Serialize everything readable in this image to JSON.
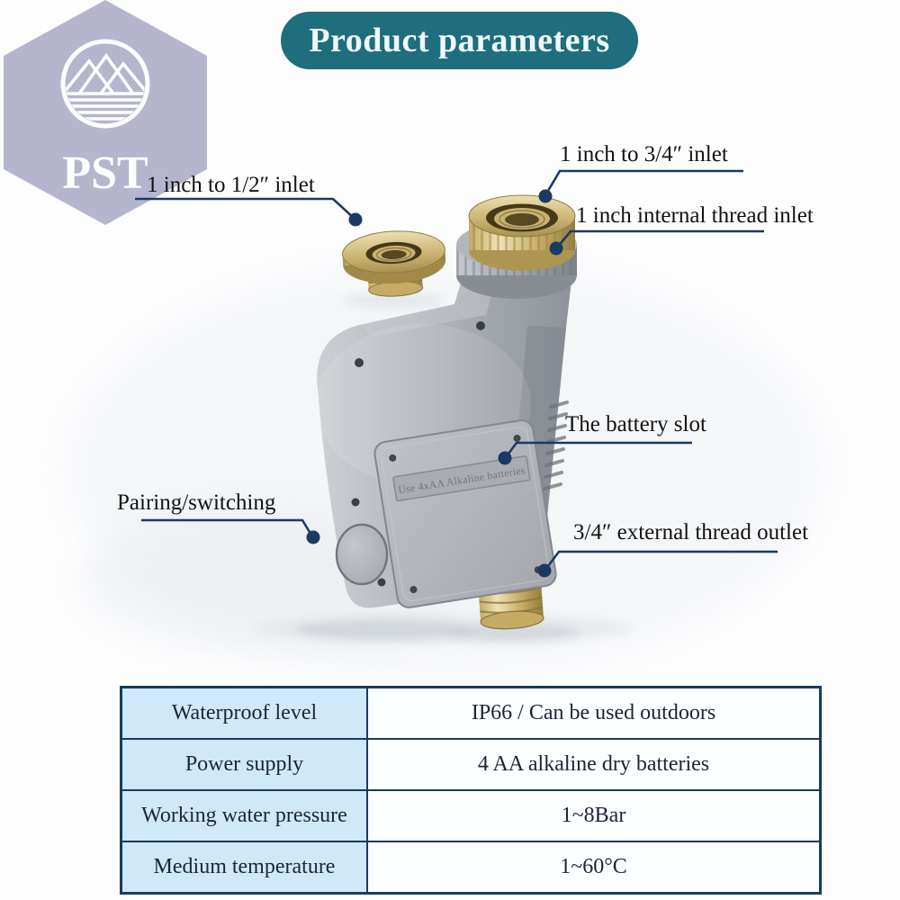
{
  "logo": {
    "text": "PST"
  },
  "title": {
    "label": "Product parameters"
  },
  "callouts": {
    "inlet_half": {
      "label": "1 inch to 1/2″ inlet"
    },
    "inlet_three_quarters": {
      "label": "1 inch to 3/4″ inlet"
    },
    "inlet_internal": {
      "label": "1 inch internal thread inlet"
    },
    "battery_slot": {
      "label": "The battery slot"
    },
    "pairing": {
      "label": "Pairing/switching"
    },
    "outlet": {
      "label": "3/4″ external thread outlet"
    }
  },
  "device": {
    "engraved_label": "Use 4xAA Alkaline batteries"
  },
  "table": {
    "rows": [
      {
        "param": "Waterproof level",
        "value": "IP66 / Can be used outdoors"
      },
      {
        "param": "Power supply",
        "value": "4 AA alkaline dry batteries"
      },
      {
        "param": "Working water pressure",
        "value": "1~8Bar"
      },
      {
        "param": "Medium temperature",
        "value": "1~60°C"
      }
    ]
  },
  "colors": {
    "title_bg": "#1e6e7e",
    "title_text": "#f0f7f7",
    "logo_hexagon": "#b5b5ce",
    "callout_line": "#1b3a63",
    "label_text": "#121212",
    "table_border": "#1b3a5e",
    "table_param_bg": "#cfe9fb",
    "table_value_bg": "#fdfeff",
    "device_gray": "#a4a8ae",
    "brass": "#cdb77b"
  }
}
